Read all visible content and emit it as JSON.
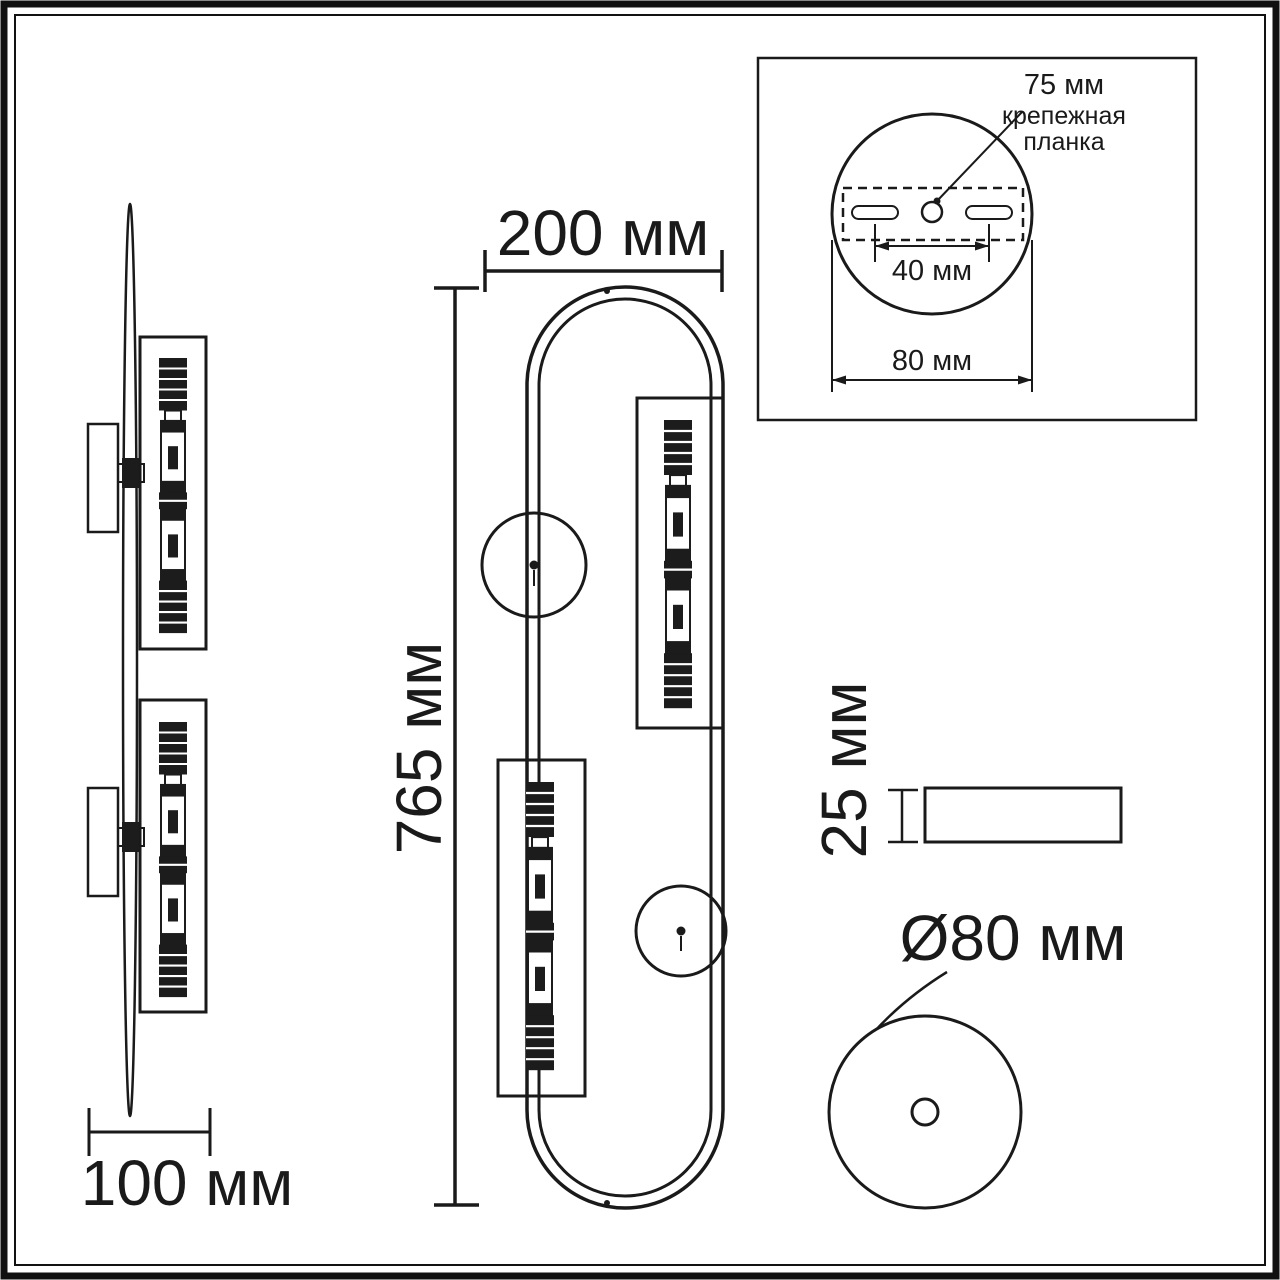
{
  "dimensions": {
    "front_width": "200 мм",
    "front_height": "765 мм",
    "side_depth": "100 мм",
    "plate_offset": "75 мм",
    "plate_label_line1": "крепежная",
    "plate_label_line2": "планка",
    "slot_spacing": "40 мм",
    "plate_width": "80 мм",
    "plate_thickness": "25 мм",
    "plate_diameter": "Ø80 мм"
  },
  "colors": {
    "line": "#1a1a1a",
    "background": "#ffffff"
  }
}
